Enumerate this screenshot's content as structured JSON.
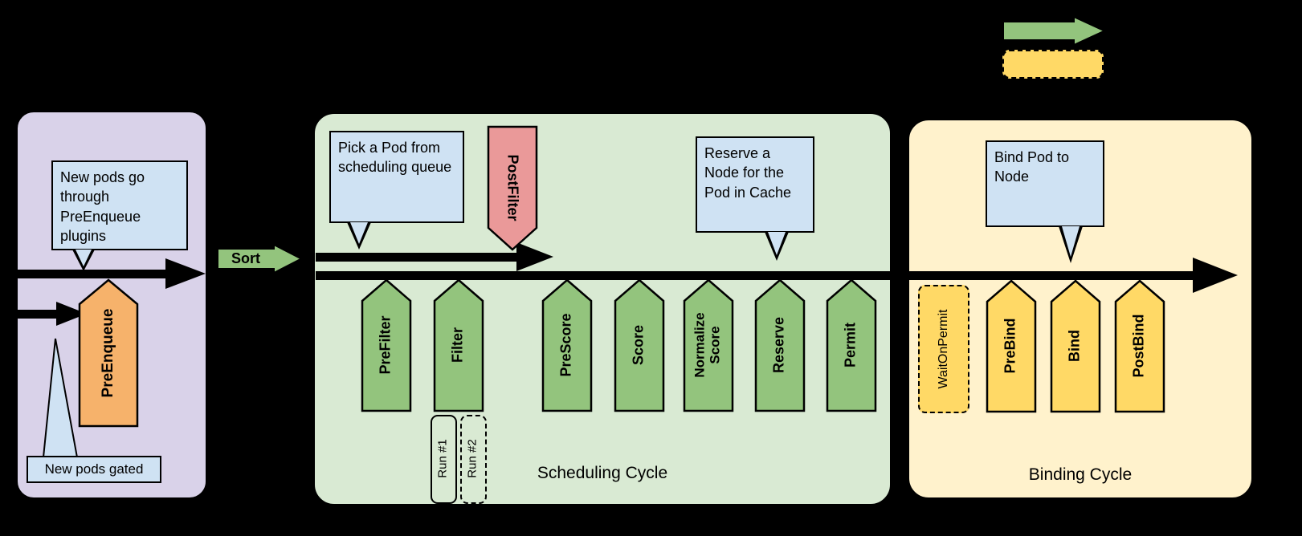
{
  "colors": {
    "background": "#000000",
    "queue_box": "#d9d2e9",
    "scheduling_box": "#d9ead3",
    "binding_box": "#fff2cc",
    "callout_blue": "#cfe2f3",
    "arrow_green": "#93c47d",
    "arrow_orange": "#f6b26b",
    "arrow_red": "#ea9999",
    "arrow_yellow": "#ffd966"
  },
  "queue_section": {
    "bubble_text": "New pods go through PreEnqueue plugins",
    "pre_enqueue_label": "PreEnqueue",
    "gated_label": "New pods gated"
  },
  "sort_label": "Sort",
  "scheduling_cycle": {
    "title": "Scheduling Cycle",
    "pick_pod_bubble": "Pick a Pod from scheduling queue",
    "post_filter_label": "PostFilter",
    "extension_points": [
      "PreFilter",
      "Filter",
      "PreScore",
      "Score",
      "Normalize Score",
      "Reserve",
      "Permit"
    ],
    "filter_runs": [
      "Run #1",
      "Run #2"
    ],
    "reserve_bubble": "Reserve a Node for the Pod in Cache"
  },
  "binding_cycle": {
    "title": "Binding Cycle",
    "bind_bubble": "Bind Pod to Node",
    "wait_on_permit_label": "WaitOnPermit",
    "extension_points": [
      "PreBind",
      "Bind",
      "PostBind"
    ]
  }
}
